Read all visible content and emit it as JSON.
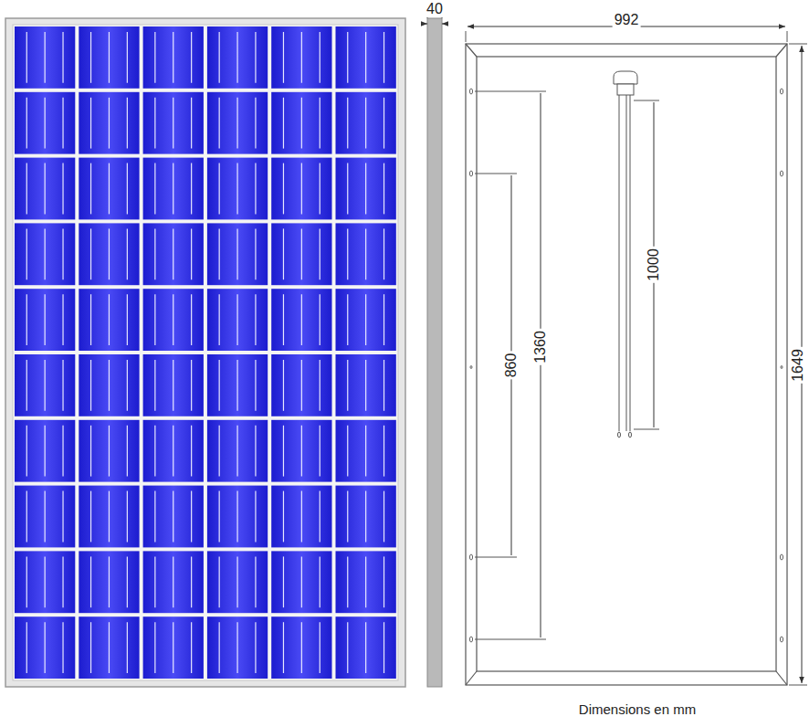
{
  "diagram": {
    "caption": "Dimensions en mm",
    "labels": [
      "40",
      "992",
      "860",
      "1360",
      "1000",
      "1649"
    ]
  }
}
